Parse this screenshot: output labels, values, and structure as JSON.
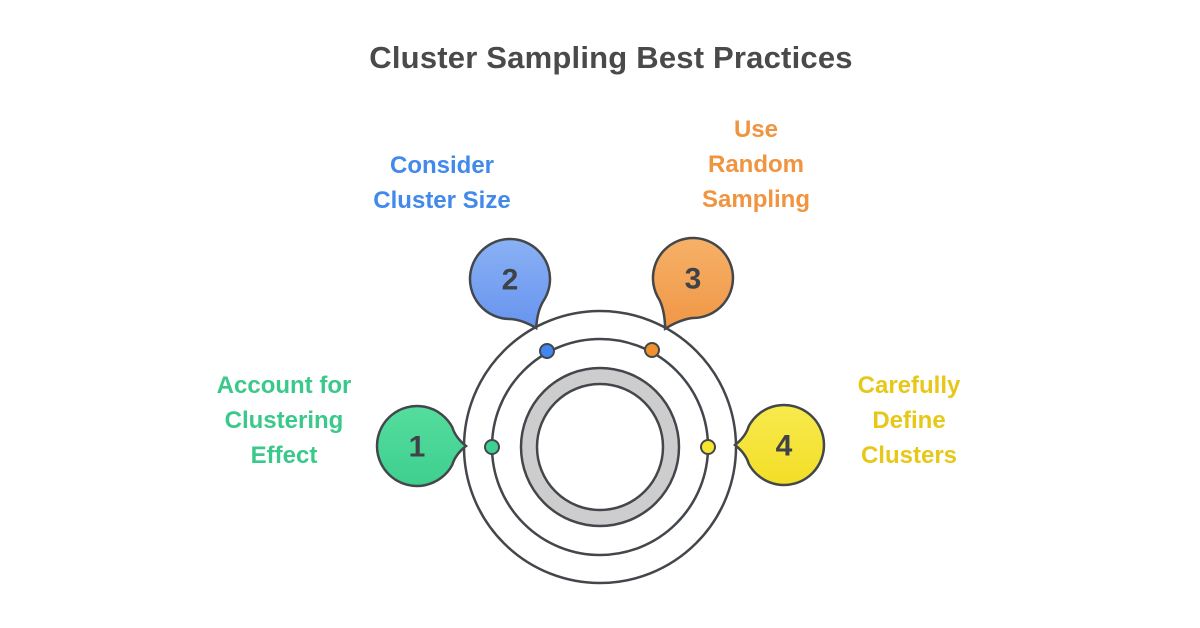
{
  "title": "Cluster Sampling Best Practices",
  "title_color": "#4a4a4a",
  "background_color": "#ffffff",
  "outline_color": "#43474b",
  "ring_fill": "#cdcdcd",
  "steps": [
    {
      "number": "1",
      "label_lines": [
        "Account for",
        "Clustering",
        "Effect"
      ],
      "text_color": "#3bc98b",
      "bubble_gradient": [
        "#55dd9e",
        "#3ecf8e"
      ],
      "dot_color": "#3fd194"
    },
    {
      "number": "2",
      "label_lines": [
        "Consider",
        "Cluster Size"
      ],
      "text_color": "#4189ea",
      "bubble_gradient": [
        "#8ab1f4",
        "#6794ef"
      ],
      "dot_color": "#4187ef"
    },
    {
      "number": "3",
      "label_lines": [
        "Use",
        "Random",
        "Sampling"
      ],
      "text_color": "#f0943f",
      "bubble_gradient": [
        "#f6b168",
        "#f09746"
      ],
      "dot_color": "#f0912e"
    },
    {
      "number": "4",
      "label_lines": [
        "Carefully",
        "Define",
        "Clusters"
      ],
      "text_color": "#e7c818",
      "bubble_gradient": [
        "#f7ea4d",
        "#f3de27"
      ],
      "dot_color": "#f6e62e"
    }
  ]
}
